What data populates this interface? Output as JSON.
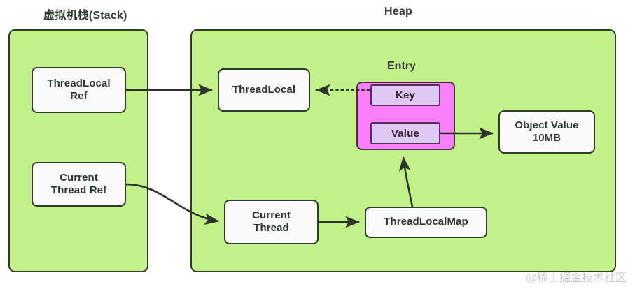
{
  "diagram": {
    "title_stack": "虚拟机栈(Stack)",
    "title_heap": "Heap",
    "entry_label": "Entry",
    "watermark": "@稀土掘金技术社区",
    "colors": {
      "region_fill": "#c3f189",
      "region_stroke": "#2f3a2a",
      "node_fill": "#fafafa",
      "node_stroke": "#2f3a2a",
      "entry_fill": "#fb7efb",
      "entry_stroke": "#4a2a4a",
      "entry_cell_fill": "#dfc8f4",
      "entry_cell_stroke": "#56305b",
      "edge_stroke": "#2b332b",
      "watermark_color": "#b9b9b9"
    }
  },
  "stack": {
    "label": "虚拟机栈(Stack)",
    "nodes": [
      {
        "id": "threadlocal-ref",
        "label": "ThreadLocal\nRef"
      },
      {
        "id": "current-thread-ref",
        "label": "Current\nThread Ref"
      }
    ]
  },
  "heap": {
    "label": "Heap",
    "nodes": [
      {
        "id": "threadlocal",
        "label": "ThreadLocal"
      },
      {
        "id": "object-value",
        "label": "Object Value\n10MB"
      },
      {
        "id": "current-thread",
        "label": "Current\nThread"
      },
      {
        "id": "threadlocalmap",
        "label": "ThreadLocalMap"
      }
    ],
    "entry": {
      "label": "Entry",
      "cells": [
        {
          "id": "entry-key",
          "label": "Key"
        },
        {
          "id": "entry-value",
          "label": "Value"
        }
      ]
    }
  },
  "edges": [
    {
      "from": "threadlocal-ref",
      "to": "threadlocal",
      "style": "solid"
    },
    {
      "from": "entry-key",
      "to": "threadlocal",
      "style": "dotted"
    },
    {
      "from": "entry-value",
      "to": "object-value",
      "style": "solid"
    },
    {
      "from": "current-thread-ref",
      "to": "current-thread",
      "style": "curved"
    },
    {
      "from": "current-thread",
      "to": "threadlocalmap",
      "style": "solid"
    },
    {
      "from": "threadlocalmap",
      "to": "entry-value",
      "style": "curved"
    }
  ]
}
